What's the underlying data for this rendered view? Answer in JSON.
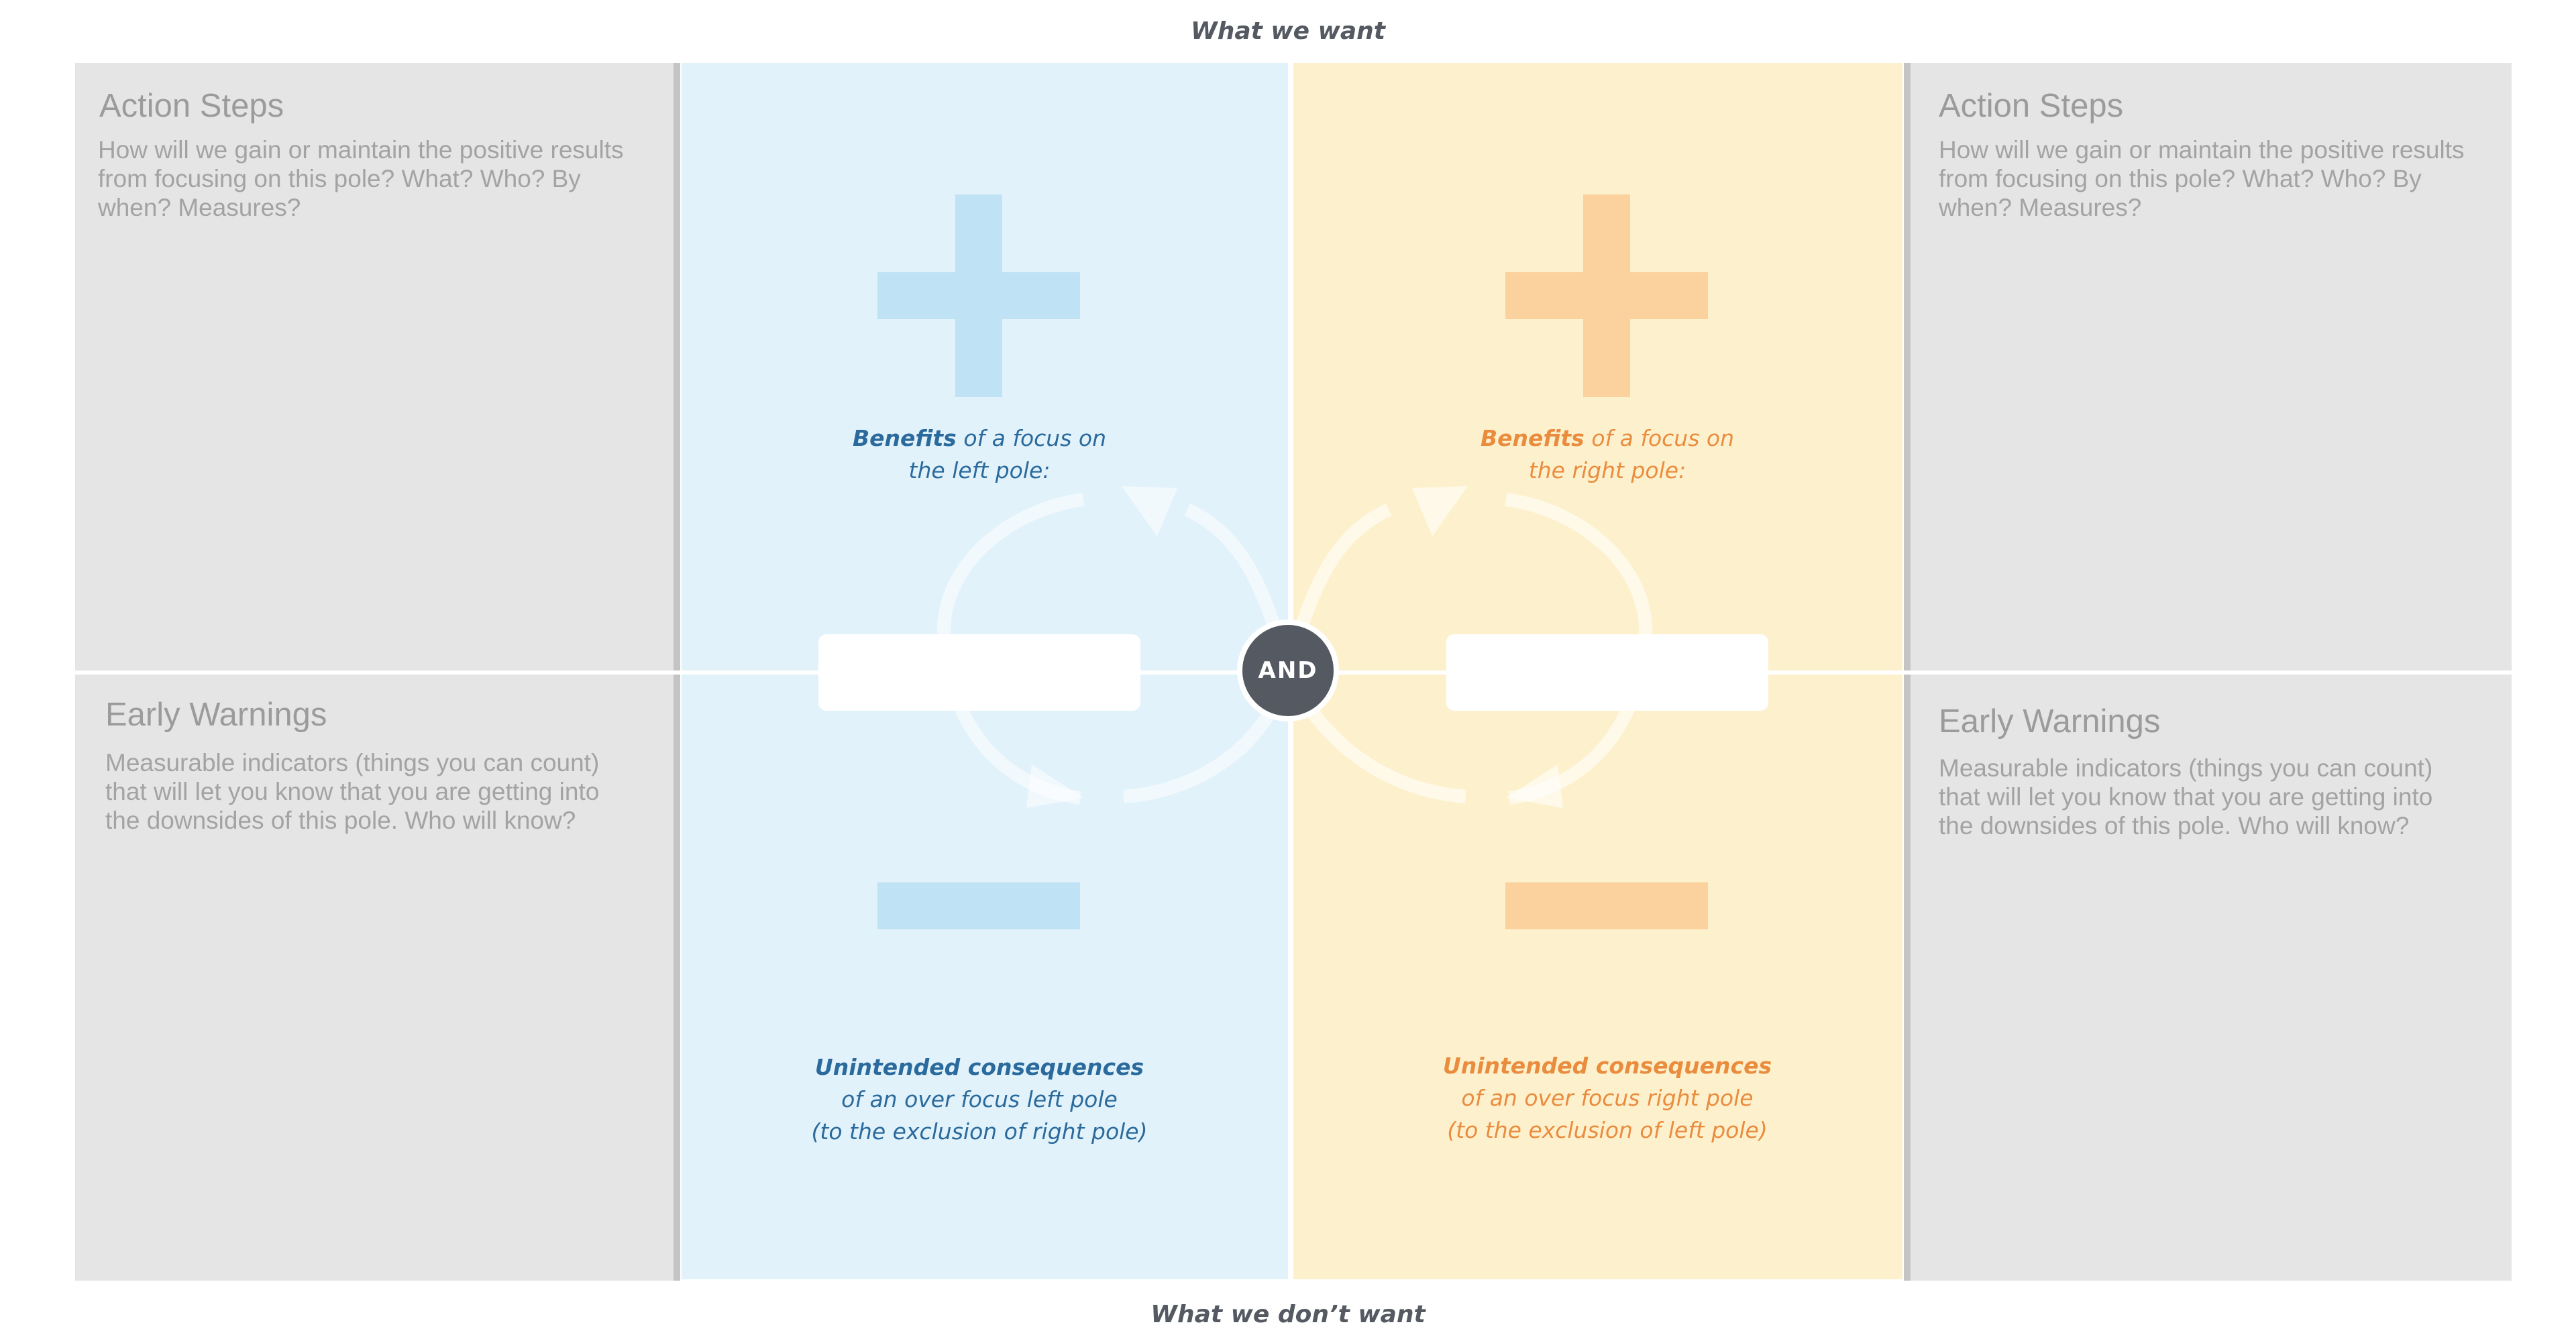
{
  "captions": {
    "top": "What we want",
    "bottom": "What we don’t want"
  },
  "panels": {
    "top_left": {
      "title": "Action Steps",
      "description": "How will we gain or maintain the positive results from focusing on this pole? What? Who? By when? Measures?"
    },
    "top_right": {
      "title": "Action Steps",
      "description": "How will we gain or maintain the positive results from focusing on this pole? What? Who? By when? Measures?"
    },
    "bottom_left": {
      "title": "Early Warnings",
      "description": "Measurable indicators (things you can count) that will let you know that you are getting into the downsides of this pole. Who will know?"
    },
    "bottom_right": {
      "title": "Early Warnings",
      "description": "Measurable indicators (things you can count) that will let you know that you are getting into the downsides of this pole. Who will know?"
    }
  },
  "left_pole": {
    "benefits_bold": "Benefits",
    "benefits_rest_1": " of a focus on",
    "benefits_line_2": "the left pole:",
    "consequences_bold": "Unintended consequences",
    "consequences_line_2": "of an over focus left pole",
    "consequences_line_3": "(to the exclusion of right pole)",
    "name_value": ""
  },
  "right_pole": {
    "benefits_bold": "Benefits",
    "benefits_rest_1": " of a focus on",
    "benefits_line_2": "the right pole:",
    "consequences_bold": "Unintended consequences",
    "consequences_line_2": "of an over focus right pole",
    "consequences_line_3": "(to the exclusion of left pole)",
    "name_value": ""
  },
  "center": {
    "connector": "AND"
  },
  "icons": {
    "plus": "plus-icon",
    "minus": "minus-icon",
    "arrows": "infinity-loop-arrows"
  },
  "colors": {
    "left_bg": "#e2f2fb",
    "right_bg": "#fdf1cd",
    "left_accent": "#2a6a9c",
    "right_accent": "#ea8c3e",
    "left_symbol": "#bfe3f4",
    "right_symbol": "#fbd19d",
    "panel_bg": "#e5e5e5",
    "and_bg": "#555961"
  }
}
